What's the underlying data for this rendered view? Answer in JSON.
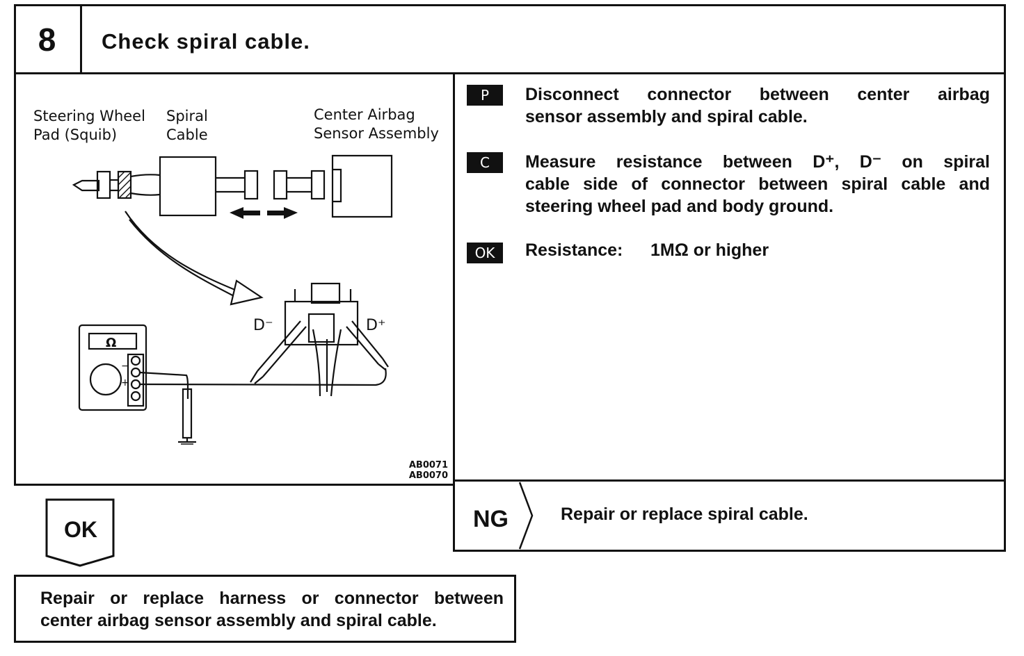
{
  "header": {
    "step_number": "8",
    "title": "Check spiral cable."
  },
  "figure": {
    "labels": {
      "steering_wheel_pad_l1": "Steering Wheel",
      "steering_wheel_pad_l2": "Pad (Squib)",
      "spiral_cable_l1": "Spiral",
      "spiral_cable_l2": "Cable",
      "center_airbag_l1": "Center Airbag",
      "center_airbag_l2": "Sensor Assembly",
      "d_minus": "D⁻",
      "d_plus": "D⁺",
      "ohm": "Ω",
      "meter_minus": "−",
      "meter_plus": "+"
    },
    "codes": [
      "AB0071",
      "AB0070"
    ]
  },
  "instructions": [
    {
      "tag": "P",
      "text_l1": "Disconnect connector between center airbag",
      "text_l2": "sensor assembly and spiral cable."
    },
    {
      "tag": "C",
      "text_l1": "Measure resistance between D⁺, D⁻ on spiral",
      "text_l2": "cable side of connector between spiral cable and",
      "text_l3": "steering wheel pad and body ground."
    },
    {
      "tag": "OK",
      "label": "Resistance:",
      "value": "1MΩ or higher"
    }
  ],
  "ng": {
    "label": "NG",
    "text": "Repair or replace spiral cable."
  },
  "ok": {
    "label": "OK"
  },
  "bottom": {
    "line1": "Repair or replace harness or connector between",
    "line2": "center airbag sensor assembly and spiral cable."
  }
}
